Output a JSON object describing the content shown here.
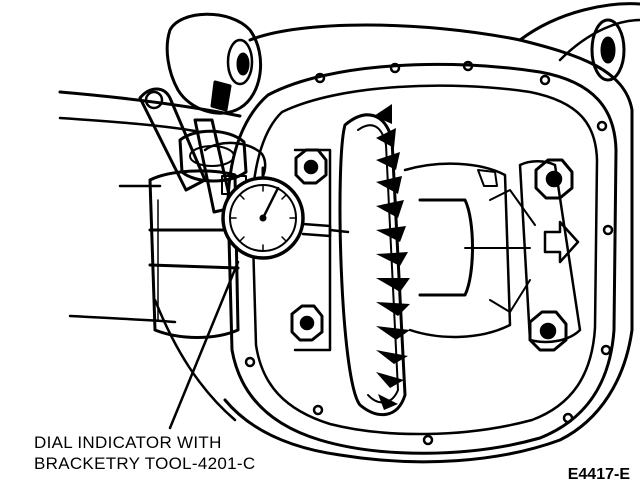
{
  "callout": {
    "line1": "DIAL INDICATOR WITH",
    "line2": "BRACKETRY TOOL-4201-C"
  },
  "figure_id": "E4417-E",
  "colors": {
    "ink": "#000000",
    "paper": "#ffffff"
  }
}
